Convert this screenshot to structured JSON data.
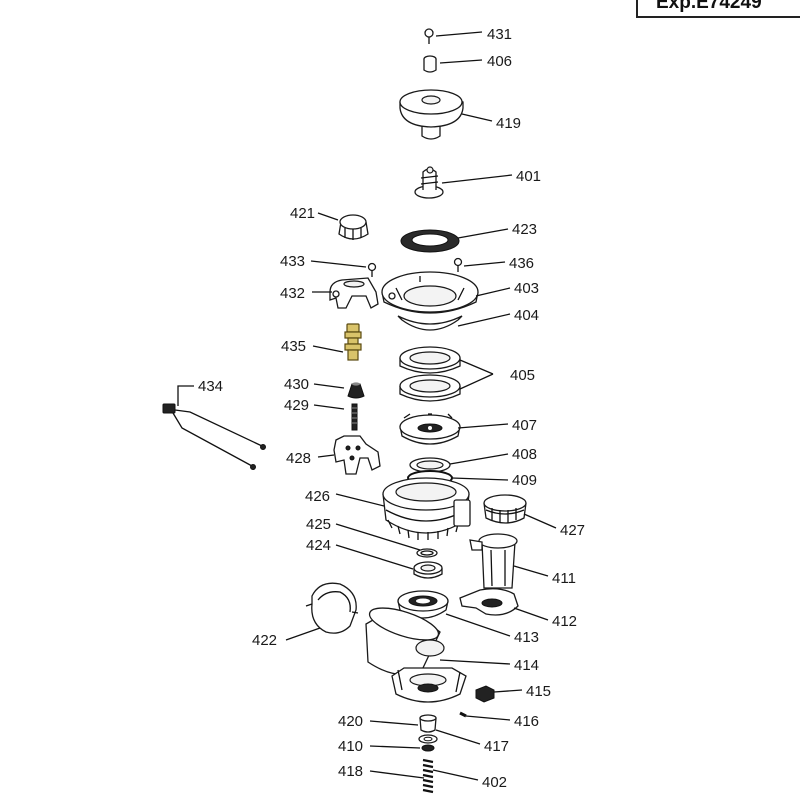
{
  "header": {
    "exp_code": "Exp.E74249"
  },
  "labels": {
    "l431": "431",
    "l406": "406",
    "l419": "419",
    "l401": "401",
    "l421": "421",
    "l423": "423",
    "l433": "433",
    "l436": "436",
    "l432": "432",
    "l403": "403",
    "l404": "404",
    "l435": "435",
    "l405": "405",
    "l434": "434",
    "l430": "430",
    "l429": "429",
    "l407": "407",
    "l428": "428",
    "l408": "408",
    "l409": "409",
    "l426": "426",
    "l427": "427",
    "l425": "425",
    "l424": "424",
    "l411": "411",
    "l412": "412",
    "l422": "422",
    "l413": "413",
    "l414": "414",
    "l415": "415",
    "l420": "420",
    "l416": "416",
    "l410": "410",
    "l417": "417",
    "l418": "418",
    "l402": "402"
  }
}
